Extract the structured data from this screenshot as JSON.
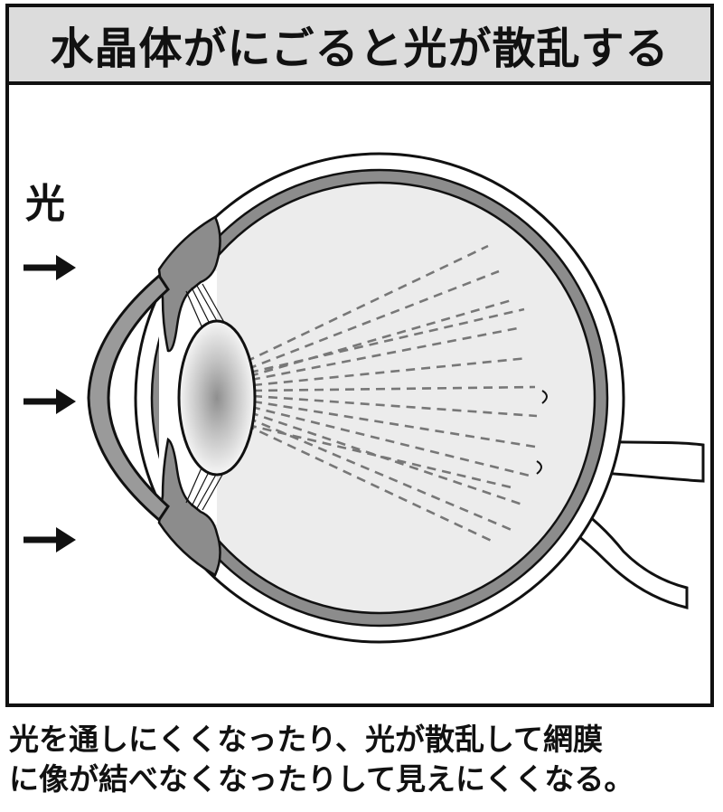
{
  "title": "水晶体がにごると光が散乱する",
  "light_label": "光",
  "caption": {
    "line1": "光を通しにくくなったり、光が散乱して網膜",
    "line2": "に像が結べなくなったりして見えにくくなる。"
  },
  "colors": {
    "outline": "#111111",
    "gray_tissue": "#8c8c8c",
    "vitreous": "#ececec",
    "title_bg": "#dcdcdc",
    "scatter_line": "#777777"
  }
}
